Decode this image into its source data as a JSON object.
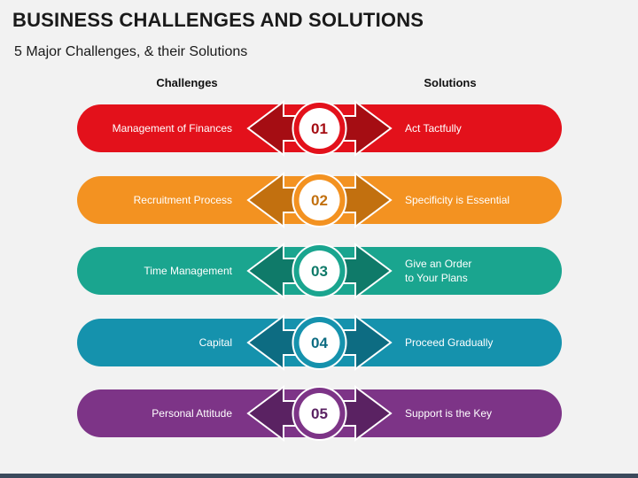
{
  "header": {
    "title": "BUSINESS CHALLENGES AND SOLUTIONS",
    "subtitle": "5 Major Challenges, & their Solutions"
  },
  "columns": {
    "challenges": "Challenges",
    "solutions": "Solutions"
  },
  "rows": [
    {
      "number": "01",
      "challenge": "Management of Finances",
      "solution": "Act Tactfully",
      "color": "#e3111b",
      "dark": "#a50d13"
    },
    {
      "number": "02",
      "challenge": "Recruitment Process",
      "solution": "Specificity is Essential",
      "color": "#f39221",
      "dark": "#c2700f"
    },
    {
      "number": "03",
      "challenge": "Time Management",
      "solution": "Give an Order\nto Your Plans",
      "color": "#1aa58f",
      "dark": "#0f7a69"
    },
    {
      "number": "04",
      "challenge": "Capital",
      "solution": "Proceed Gradually",
      "color": "#1592ad",
      "dark": "#0d6c82"
    },
    {
      "number": "05",
      "challenge": "Personal Attitude",
      "solution": "Support is the Key",
      "color": "#7d3487",
      "dark": "#5a2262"
    }
  ]
}
